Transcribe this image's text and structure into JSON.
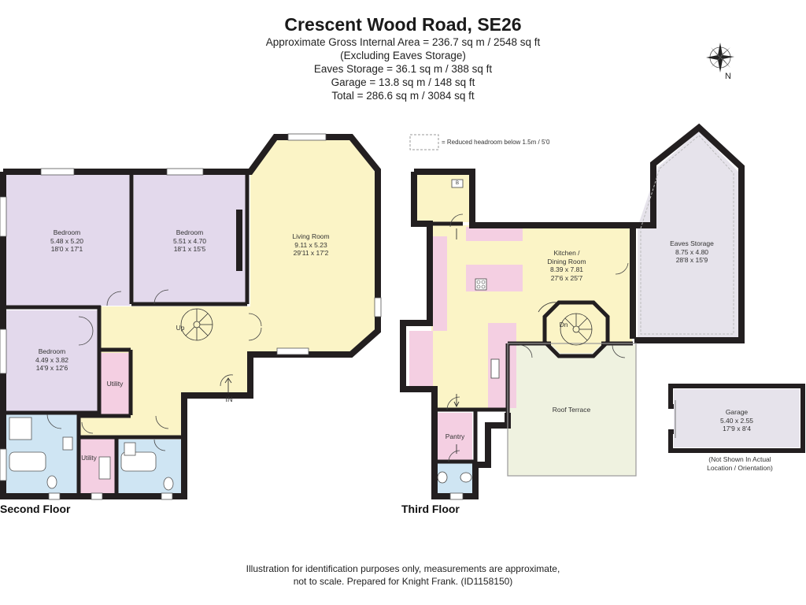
{
  "header": {
    "title": "Crescent Wood Road, SE26",
    "line1": "Approximate Gross Internal Area = 236.7 sq m / 2548 sq ft",
    "line2": "(Excluding Eaves Storage)",
    "line3": "Eaves Storage = 36.1 sq m / 388 sq ft",
    "line4": "Garage = 13.8 sq m / 148 sq ft",
    "line5": "Total = 286.6 sq m / 3084 sq ft"
  },
  "compass": {
    "north_label": "N"
  },
  "legend": {
    "text": "= Reduced headroom below 1.5m / 5'0"
  },
  "second_floor": {
    "label": "Second Floor",
    "bedroom1": {
      "name": "Bedroom",
      "metric": "5.48 x 5.20",
      "imperial": "18'0 x 17'1"
    },
    "bedroom2": {
      "name": "Bedroom",
      "metric": "5.51 x 4.70",
      "imperial": "18'1 x 15'5"
    },
    "living": {
      "name": "Living Room",
      "metric": "9.11 x 5.23",
      "imperial": "29'11 x 17'2"
    },
    "bedroom3": {
      "name": "Bedroom",
      "metric": "4.49 x 3.82",
      "imperial": "14'9 x 12'6"
    },
    "utility1": "Utility",
    "utility2": "Utility",
    "stairs_up": "Up",
    "entrance": "IN"
  },
  "third_floor": {
    "label": "Third Floor",
    "kitchen": {
      "name_1": "Kitchen /",
      "name_2": "Dining Room",
      "metric": "8.39 x 7.81",
      "imperial": "27'6 x 25'7"
    },
    "eaves": {
      "name": "Eaves Storage",
      "metric": "8.75 x 4.80",
      "imperial": "28'8 x 15'9"
    },
    "terrace": "Roof Terrace",
    "pantry": "Pantry",
    "stairs_down": "Dn",
    "boiler": "B"
  },
  "garage": {
    "name": "Garage",
    "metric": "5.40 x 2.55",
    "imperial": "17'9 x 8'4",
    "note_1": "(Not Shown In Actual",
    "note_2": "Location / Orientation)"
  },
  "footer": {
    "line1": "Illustration for identification purposes only, measurements are approximate,",
    "line2": "not to scale. Prepared for Knight Frank. (ID1158150)"
  },
  "colors": {
    "wall": "#231f20",
    "bedroom": "#e3d9ec",
    "living": "#fbf4c6",
    "bathroom": "#cfe5f3",
    "utility": "#f4cfe2",
    "eaves": "#e6e3eb",
    "terrace": "#eff2e0",
    "garage": "#e6e3eb"
  }
}
